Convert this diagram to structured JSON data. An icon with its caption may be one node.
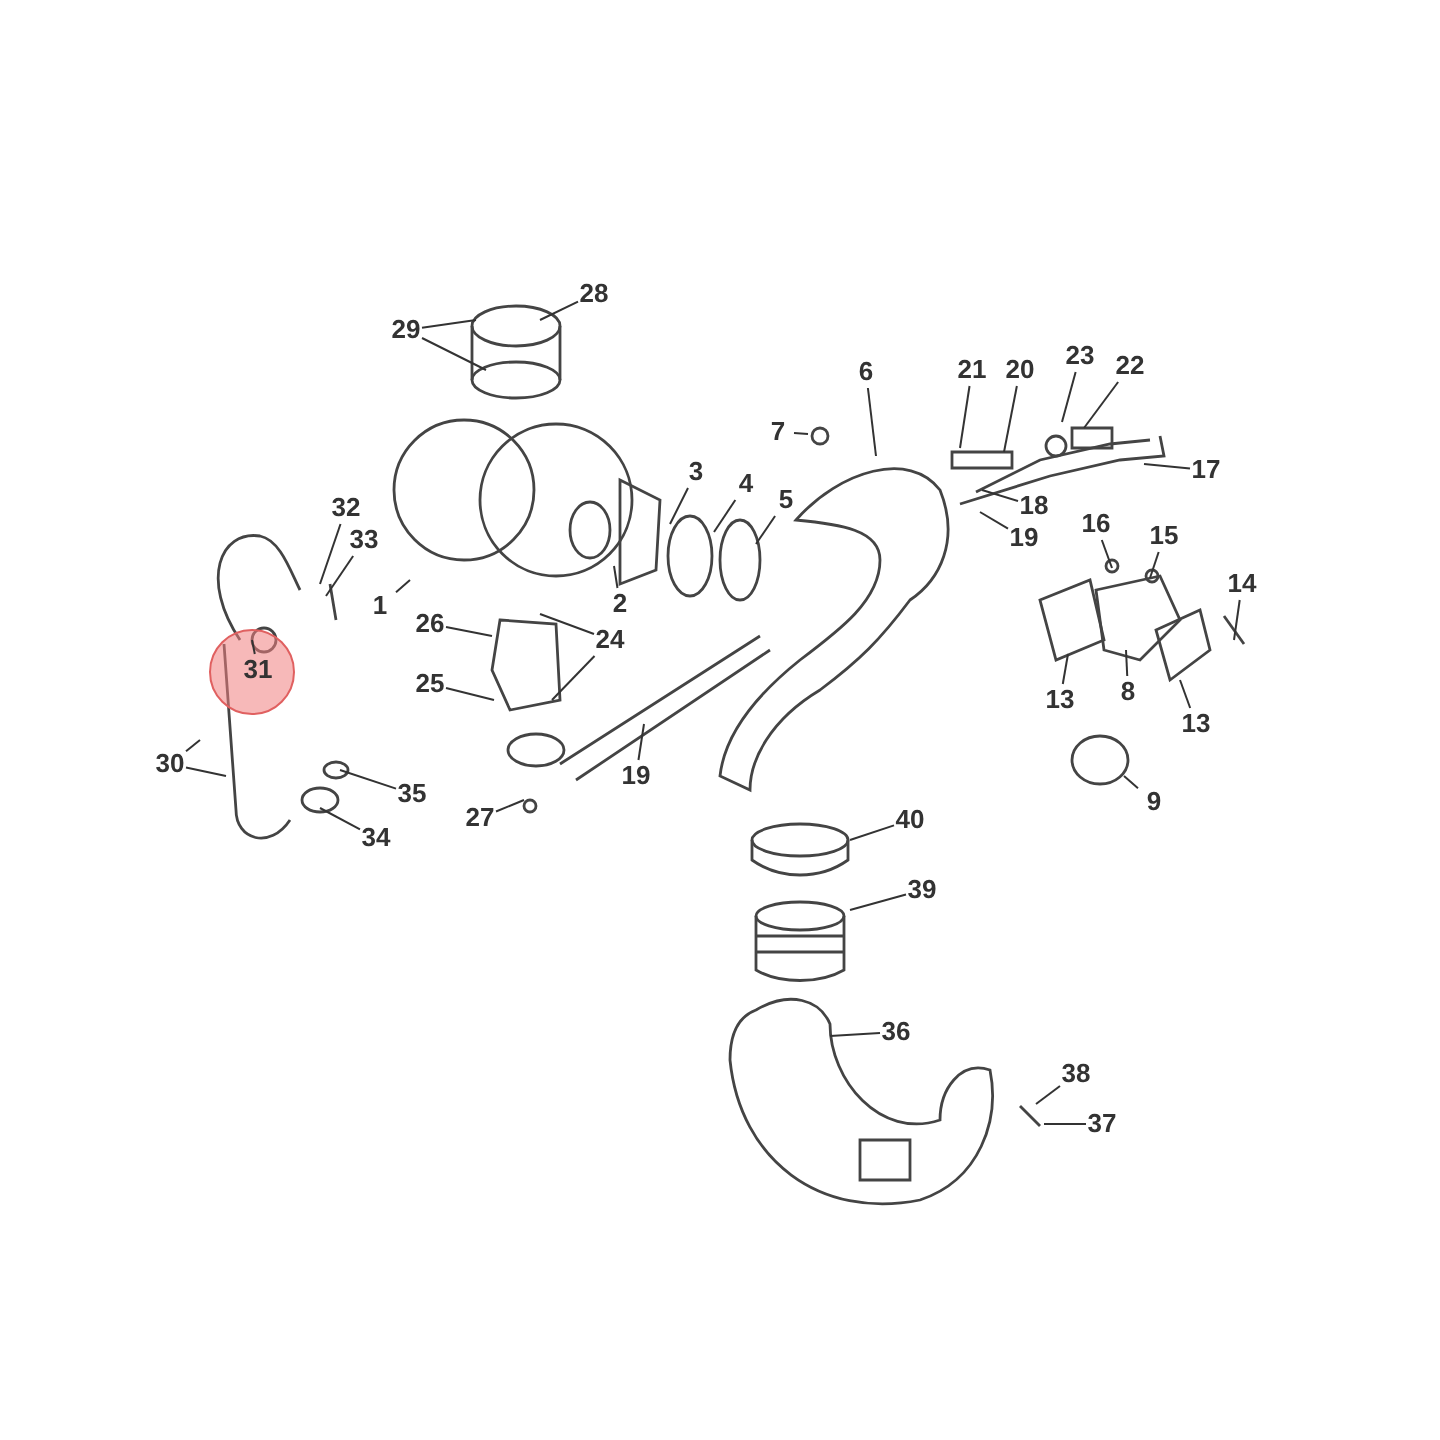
{
  "diagram": {
    "nodes": [
      {
        "text": [
          "28"
        ]
      },
      {
        "text": [
          "29"
        ]
      },
      {
        "text": [
          "21"
        ]
      },
      {
        "text": [
          "20"
        ]
      },
      {
        "text": [
          "23"
        ]
      },
      {
        "text": [
          "22"
        ]
      },
      {
        "text": [
          "6"
        ]
      },
      {
        "text": [
          "7"
        ]
      },
      {
        "text": [
          "32"
        ]
      },
      {
        "text": [
          "33"
        ]
      },
      {
        "text": [
          "3"
        ]
      },
      {
        "text": [
          "4"
        ]
      },
      {
        "text": [
          "5"
        ]
      },
      {
        "text": [
          "17"
        ]
      },
      {
        "text": [
          "16"
        ]
      },
      {
        "text": [
          "15"
        ]
      },
      {
        "text": [
          "18"
        ]
      },
      {
        "text": [
          "19"
        ]
      },
      {
        "text": [
          "14"
        ]
      },
      {
        "text": [
          "1"
        ]
      },
      {
        "text": [
          "2"
        ]
      },
      {
        "text": [
          "26"
        ]
      },
      {
        "text": [
          "24"
        ]
      },
      {
        "text": [
          "31"
        ]
      },
      {
        "text": [
          "25"
        ]
      },
      {
        "text": [
          "8"
        ]
      },
      {
        "text": [
          "13"
        ]
      },
      {
        "text": [
          "13"
        ]
      },
      {
        "text": [
          "30"
        ]
      },
      {
        "text": [
          "19"
        ]
      },
      {
        "text": [
          "35"
        ]
      },
      {
        "text": [
          "27"
        ]
      },
      {
        "text": [
          "34"
        ]
      },
      {
        "text": [
          "9"
        ]
      },
      {
        "text": [
          "40"
        ]
      },
      {
        "text": [
          "39"
        ]
      },
      {
        "text": [
          "36"
        ]
      },
      {
        "text": [
          "38"
        ]
      },
      {
        "text": [
          "37"
        ]
      }
    ],
    "edges": [
      {
        "from": 0,
        "to": null,
        "arrow": "none"
      },
      {
        "from": 1,
        "to": null,
        "arrow": "none"
      },
      {
        "from": 1,
        "to": null,
        "arrow": "none"
      },
      {
        "from": 2,
        "to": null,
        "arrow": "none"
      },
      {
        "from": 3,
        "to": null,
        "arrow": "none"
      },
      {
        "from": 4,
        "to": null,
        "arrow": "none"
      },
      {
        "from": 5,
        "to": null,
        "arrow": "none"
      },
      {
        "from": 6,
        "to": null,
        "arrow": "none"
      },
      {
        "from": 7,
        "to": null,
        "arrow": "none"
      },
      {
        "from": 8,
        "to": null,
        "arrow": "none"
      },
      {
        "from": 9,
        "to": null,
        "arrow": "none"
      },
      {
        "from": 10,
        "to": null,
        "arrow": "none"
      },
      {
        "from": 11,
        "to": null,
        "arrow": "none"
      },
      {
        "from": 12,
        "to": null,
        "arrow": "none"
      },
      {
        "from": 13,
        "to": null,
        "arrow": "none"
      },
      {
        "from": 14,
        "to": null,
        "arrow": "none"
      },
      {
        "from": 15,
        "to": null,
        "arrow": "none"
      },
      {
        "from": 16,
        "to": null,
        "arrow": "none"
      },
      {
        "from": 17,
        "to": null,
        "arrow": "none"
      },
      {
        "from": 18,
        "to": null,
        "arrow": "none"
      },
      {
        "from": 19,
        "to": null,
        "arrow": "none"
      },
      {
        "from": 20,
        "to": null,
        "arrow": "none"
      },
      {
        "from": 21,
        "to": null,
        "arrow": "none"
      },
      {
        "from": 22,
        "to": null,
        "arrow": "none"
      },
      {
        "from": 22,
        "to": null,
        "arrow": "none"
      },
      {
        "from": 23,
        "to": null,
        "arrow": "none"
      },
      {
        "from": 24,
        "to": null,
        "arrow": "none"
      },
      {
        "from": 25,
        "to": null,
        "arrow": "none"
      },
      {
        "from": 26,
        "to": null,
        "arrow": "none"
      },
      {
        "from": 27,
        "to": null,
        "arrow": "none"
      },
      {
        "from": 28,
        "to": null,
        "arrow": "none"
      },
      {
        "from": 28,
        "to": null,
        "arrow": "none"
      },
      {
        "from": 29,
        "to": null,
        "arrow": "none"
      },
      {
        "from": 30,
        "to": null,
        "arrow": "none"
      },
      {
        "from": 31,
        "to": null,
        "arrow": "none"
      },
      {
        "from": 32,
        "to": null,
        "arrow": "none"
      },
      {
        "from": 33,
        "to": null,
        "arrow": "none"
      },
      {
        "from": 34,
        "to": null,
        "arrow": "none"
      },
      {
        "from": 35,
        "to": null,
        "arrow": "none"
      },
      {
        "from": 36,
        "to": null,
        "arrow": "none"
      },
      {
        "from": 37,
        "to": null,
        "arrow": "none"
      },
      {
        "from": 38,
        "to": null,
        "arrow": "none"
      }
    ]
  }
}
